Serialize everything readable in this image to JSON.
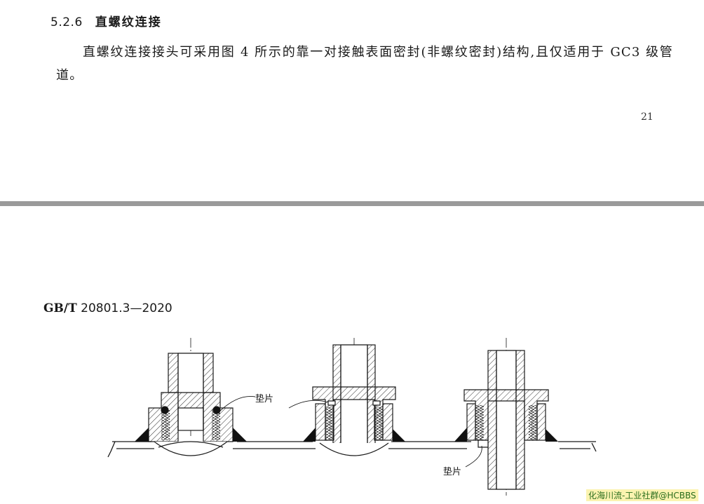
{
  "section": {
    "number": "5.2.6",
    "title": "直螺纹连接"
  },
  "paragraph": "直螺纹连接接头可采用图 4 所示的靠一对接触表面密封(非螺纹密封)结构,且仅适用于 GC3 级管道。",
  "page_number": "21",
  "standard": {
    "code": "GB/T",
    "number": "20801.3—2020"
  },
  "figure": {
    "labels": {
      "gasket_upper": "垫片",
      "gasket_lower": "垫片"
    },
    "colors": {
      "line": "#1a1a1a",
      "weld": "#111111",
      "hatch": "#333333"
    }
  },
  "watermark": "化海川流-工业社群@HCBBS"
}
